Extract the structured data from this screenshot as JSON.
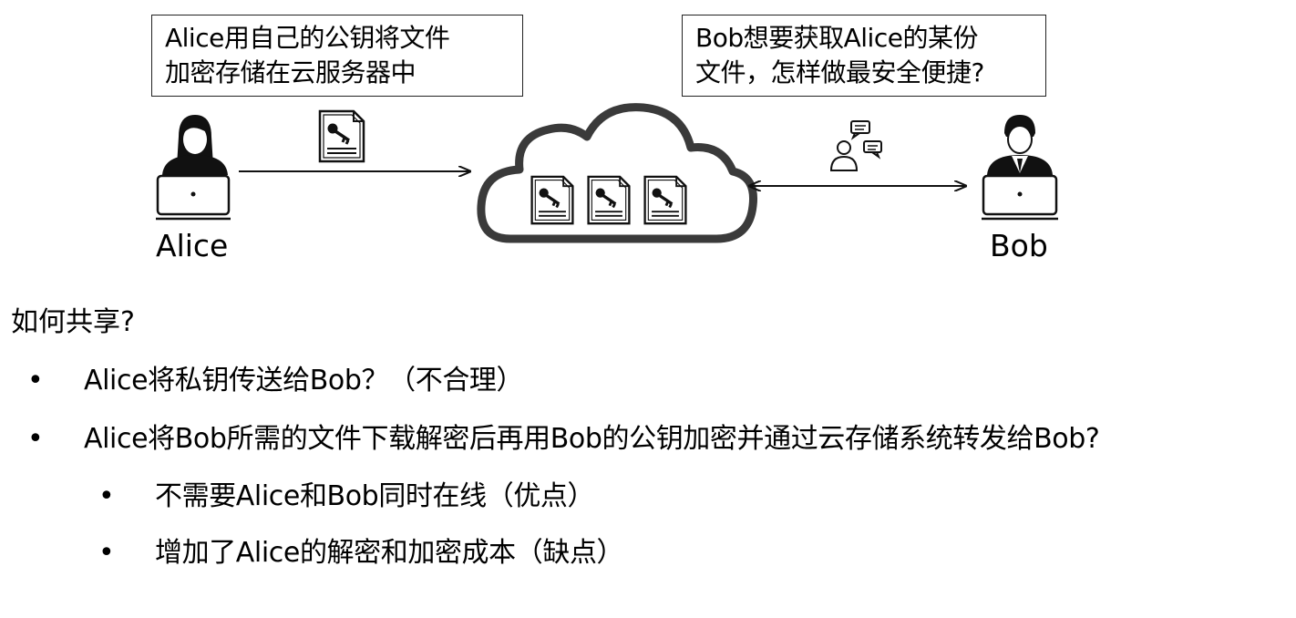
{
  "diagram": {
    "alice_callout": [
      "Alice用自己的公钥将文件",
      "加密存储在云服务器中"
    ],
    "bob_callout": [
      "Bob想要获取Alice的某份",
      "文件，怎样做最安全便捷?"
    ],
    "alice_label": "Alice",
    "bob_label": "Bob",
    "icons": {
      "alice": "woman-at-laptop-icon",
      "bob": "man-at-laptop-icon",
      "cloud": "cloud-storage-icon",
      "document": "key-document-icon",
      "chat": "user-chat-icon"
    }
  },
  "text": {
    "heading": "如何共享?",
    "bullets": [
      {
        "level": 1,
        "text": "Alice将私钥传送给Bob？（不合理）"
      },
      {
        "level": 1,
        "text": "Alice将Bob所需的文件下载解密后再用Bob的公钥加密并通过云存储系统转发给Bob?"
      },
      {
        "level": 2,
        "text": "不需要Alice和Bob同时在线（优点）"
      },
      {
        "level": 2,
        "text": "增加了Alice的解密和加密成本（缺点）"
      }
    ],
    "bullet_glyph": "•"
  }
}
